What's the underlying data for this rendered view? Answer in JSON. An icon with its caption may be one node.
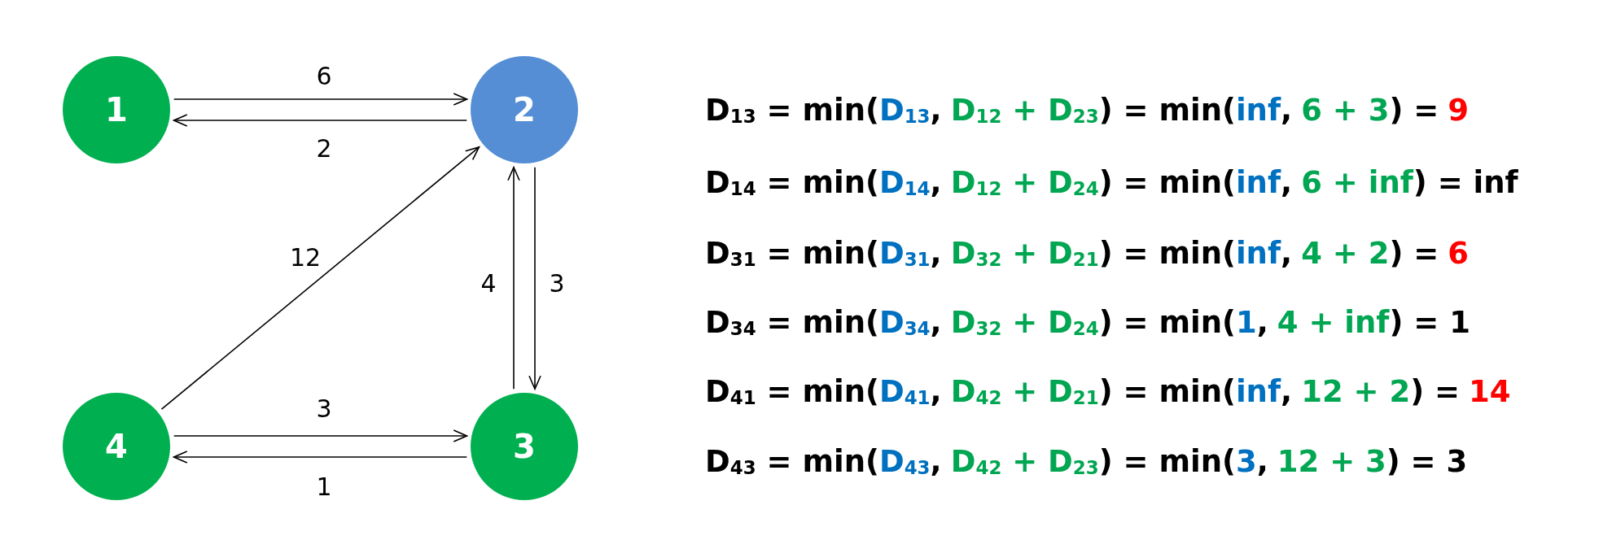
{
  "diagram": {
    "nodes": [
      {
        "text": [
          "1"
        ]
      },
      {
        "text": [
          "2"
        ]
      },
      {
        "text": [
          "3"
        ]
      },
      {
        "text": [
          "4"
        ]
      }
    ],
    "edges": [
      {
        "from": 0,
        "to": 1,
        "arrow": "to",
        "label": "6"
      },
      {
        "from": 1,
        "to": 0,
        "arrow": "to",
        "label": "2"
      },
      {
        "from": 3,
        "to": 1,
        "arrow": "to",
        "label": "12"
      },
      {
        "from": 2,
        "to": 1,
        "arrow": "to",
        "label": "4"
      },
      {
        "from": 1,
        "to": 2,
        "arrow": "to",
        "label": "3"
      },
      {
        "from": 3,
        "to": 2,
        "arrow": "to",
        "label": "3"
      },
      {
        "from": 2,
        "to": 3,
        "arrow": "to",
        "label": "1"
      }
    ],
    "labels": [
      "D$_{13}$ = min(",
      "D$_{13}$",
      ",",
      "D$_{12}$ + D$_{23}$",
      ") = min(",
      "inf",
      ",",
      "6 + 3",
      ") =",
      "9",
      "D$_{14}$ = min(",
      "D$_{14}$",
      ",",
      "D$_{12}$ + D$_{24}$",
      ") = min(",
      "inf",
      ",",
      "6 + inf",
      ") = inf",
      "D$_{31}$ = min(",
      "D$_{31}$",
      ",",
      "D$_{32}$ + D$_{21}$",
      ") = min(",
      "inf",
      ",",
      "4 + 2",
      ") =",
      "6",
      "D$_{34}$ = min(",
      "D$_{34}$",
      ",",
      "D$_{32}$ + D$_{24}$",
      ") = min(",
      "1",
      ",",
      "4 + inf",
      ") = 1",
      "D$_{41}$ = min(",
      "D$_{41}$",
      ",",
      "D$_{42}$ + D$_{21}$",
      ") = min(",
      "inf",
      ",",
      "12 + 2",
      ") =",
      "14",
      "D$_{43}$ = min(",
      "D$_{43}$",
      ",",
      "D$_{42}$ + D$_{23}$",
      ") = min(",
      "3",
      ",",
      "12 + 3",
      ") = 3"
    ]
  }
}
